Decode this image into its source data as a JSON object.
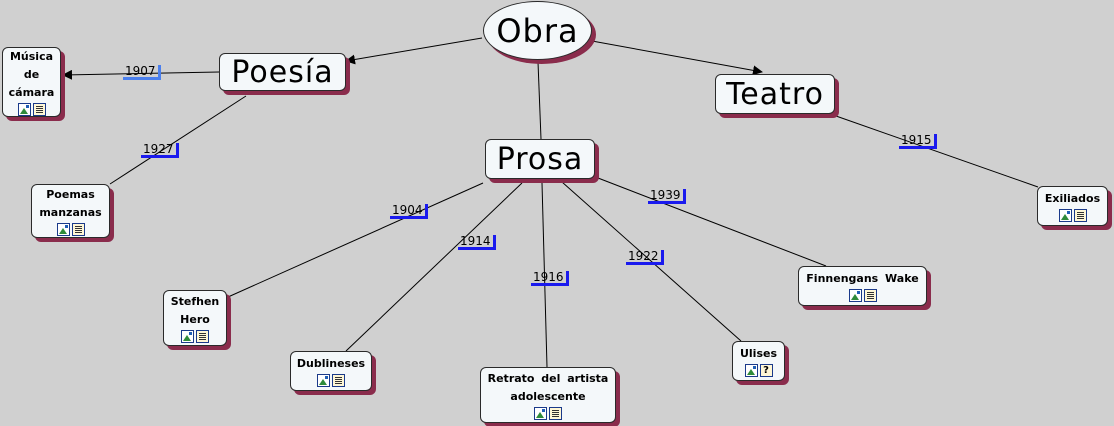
{
  "map": {
    "root": "Obra",
    "branches": {
      "poesia": "Poesía",
      "prosa": "Prosa",
      "teatro": "Teatro"
    },
    "works": {
      "musica": "Música de cámara",
      "poemas": "Poemas manzanas",
      "stefhen": "Stefhen Hero",
      "dublineses": "Dublineses",
      "retrato": "Retrato del artista adolescente",
      "ulises": "Ulises",
      "finnengans": "Finnengans Wake",
      "exiliados": "Exiliados"
    },
    "years": {
      "musica": "1907",
      "poemas": "1927",
      "stefhen": "1904",
      "dublineses": "1914",
      "retrato": "1916",
      "ulises": "1922",
      "finnengans": "1939",
      "exiliados": "1915"
    }
  }
}
